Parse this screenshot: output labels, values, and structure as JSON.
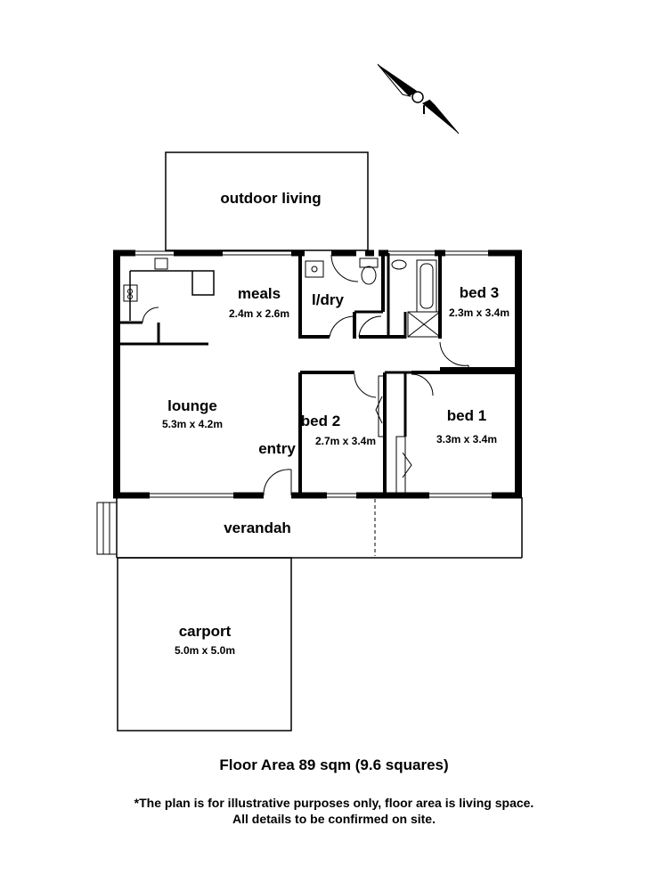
{
  "rooms": {
    "outdoor_living": {
      "name": "outdoor living"
    },
    "meals": {
      "name": "meals",
      "dims": "2.4m x 2.6m"
    },
    "laundry": {
      "name": "l/dry"
    },
    "bed3": {
      "name": "bed 3",
      "dims": "2.3m x 3.4m"
    },
    "lounge": {
      "name": "lounge",
      "dims": "5.3m x 4.2m"
    },
    "bed2": {
      "name": "bed 2",
      "dims": "2.7m x 3.4m"
    },
    "bed1": {
      "name": "bed 1",
      "dims": "3.3m x 3.4m"
    },
    "entry": {
      "name": "entry"
    },
    "verandah": {
      "name": "verandah"
    },
    "carport": {
      "name": "carport",
      "dims": "5.0m x 5.0m"
    }
  },
  "footer": {
    "floor_area": "Floor Area 89 sqm (9.6 squares)",
    "disclaimer_line1": "*The plan is for illustrative purposes only, floor area is living space.",
    "disclaimer_line2": "All details to be confirmed on site."
  },
  "colors": {
    "wall": "#000000",
    "line": "#000000",
    "background": "#ffffff"
  },
  "icons": {
    "compass": "north-arrow-icon"
  }
}
